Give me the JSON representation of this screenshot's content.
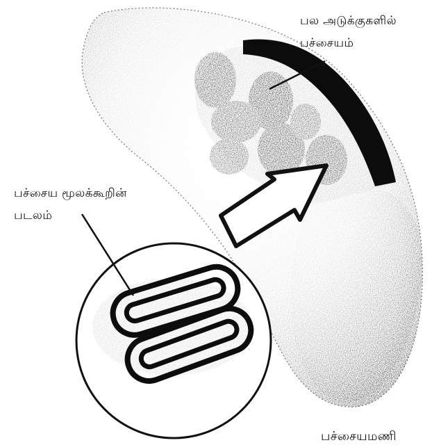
{
  "labels": {
    "grana": {
      "line1": "பல அடுக்குகளில்",
      "line2": "பச்சையம்"
    },
    "thylakoid_membrane": {
      "line1": "பச்சைய மூலக்கூறின்",
      "line2": "படலம்"
    },
    "chloroplast": "பச்சையமணி"
  },
  "colors": {
    "ink": "#111111",
    "stipple": "#2a2a2a",
    "background": "#ffffff"
  }
}
